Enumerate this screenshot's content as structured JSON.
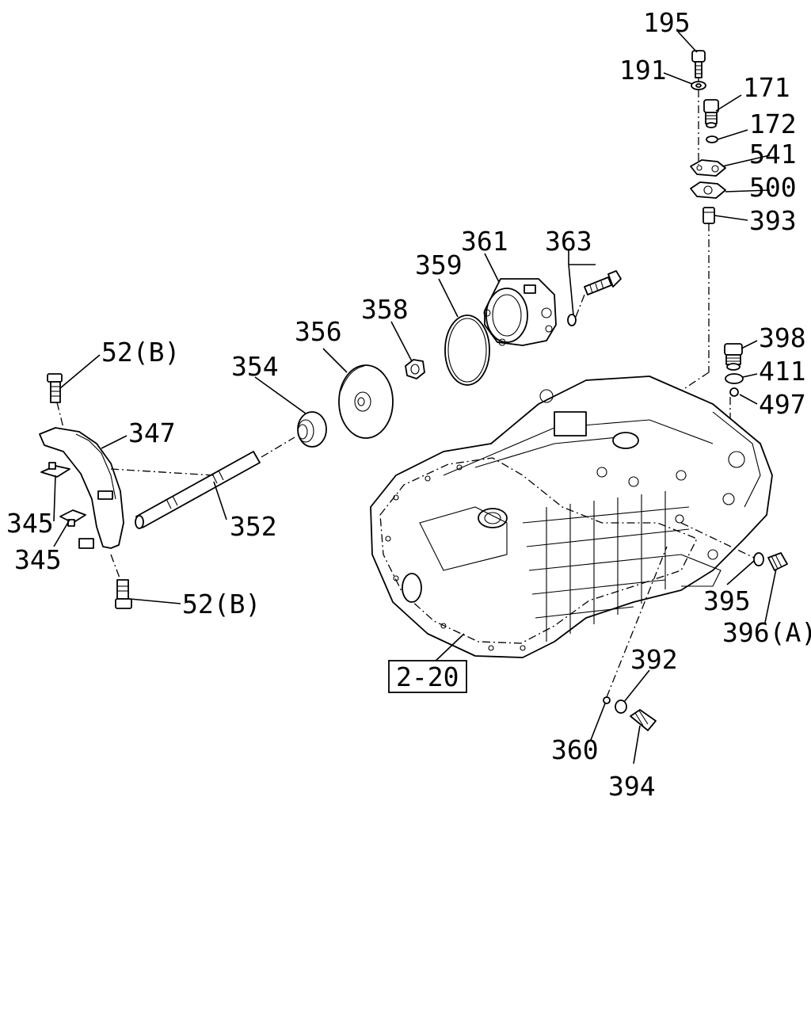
{
  "callouts": {
    "p195": "195",
    "p191": "191",
    "p171": "171",
    "p172": "172",
    "p541": "541",
    "p500": "500",
    "p393": "393",
    "p361": "361",
    "p363": "363",
    "p359": "359",
    "p358": "358",
    "p356": "356",
    "p354": "354",
    "p398": "398",
    "p411": "411",
    "p497": "497",
    "p52b_top": "52(B)",
    "p347": "347",
    "p345_a": "345",
    "p345_b": "345",
    "p352": "352",
    "p52b_bottom": "52(B)",
    "p395": "395",
    "p396a": "396(A)",
    "p392": "392",
    "p360": "360",
    "p394": "394"
  },
  "reference_box": "2-20"
}
